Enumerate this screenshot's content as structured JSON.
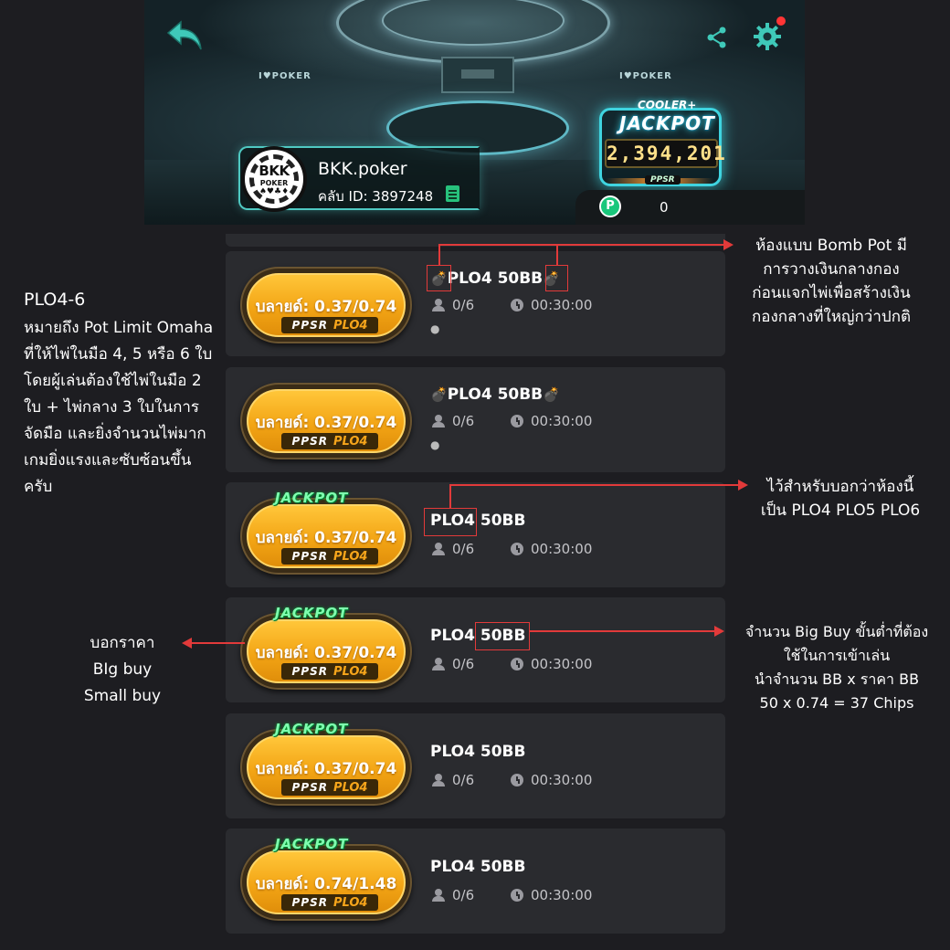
{
  "header": {
    "wall_sign": "I♥POKER",
    "club_name": "BKK.poker",
    "club_id": "คลับ ID: 3897248",
    "logo": {
      "line1": "BKK",
      "line2": "POKER",
      "suits": "♠♥♣♦"
    },
    "jackpot": {
      "cooler": "COOLER+",
      "title": "JACKPOT",
      "amount": "2,394,201",
      "brand": "PPSR"
    },
    "points_symbol": "P",
    "points": "0"
  },
  "rooms": [
    {
      "blinds": "บลายด์: 0.37/0.74",
      "brand": "PPSR",
      "variant": "PLO4",
      "title": "PLO4 50BB",
      "bomb": true,
      "jackpot": false,
      "players": "0/6",
      "time": "00:30:00"
    },
    {
      "blinds": "บลายด์: 0.37/0.74",
      "brand": "PPSR",
      "variant": "PLO4",
      "title": "PLO4 50BB",
      "bomb": true,
      "jackpot": false,
      "players": "0/6",
      "time": "00:30:00"
    },
    {
      "blinds": "บลายด์: 0.37/0.74",
      "brand": "PPSR",
      "variant": "PLO4",
      "title_a": "PLO4",
      "title_b": "50BB",
      "bomb": false,
      "jackpot": true,
      "players": "0/6",
      "time": "00:30:00"
    },
    {
      "blinds": "บลายด์: 0.37/0.74",
      "brand": "PPSR",
      "variant": "PLO4",
      "title_a": "PLO4",
      "title_b": "50BB",
      "bomb": false,
      "jackpot": true,
      "players": "0/6",
      "time": "00:30:00"
    },
    {
      "blinds": "บลายด์: 0.37/0.74",
      "brand": "PPSR",
      "variant": "PLO4",
      "title": "PLO4 50BB",
      "bomb": false,
      "jackpot": true,
      "players": "0/6",
      "time": "00:30:00"
    },
    {
      "blinds": "บลายด์: 0.74/1.48",
      "brand": "PPSR",
      "variant": "PLO4",
      "title": "PLO4 50BB",
      "bomb": false,
      "jackpot": true,
      "players": "0/6",
      "time": "00:30:00"
    }
  ],
  "jackpot_badge": "JACKPOT",
  "bomb_glyph": "💣",
  "annotations": {
    "plo_heading": "PLO4-6",
    "plo_body": " หมายถึง Pot Limit Omaha ที่ให้ไพ่ในมือ 4, 5 หรือ 6 ใบ โดยผู้เล่นต้องใช้ไพ่ในมือ 2 ใบ + ไพ่กลาง 3 ใบในการจัดมือ และยิ่งจำนวนไพ่มาก เกมยิ่งแรงและซับซ้อนขึ้นครับ",
    "bomb_pot": [
      "ห้องแบบ Bomb Pot มี",
      "การวางเงินกลางกอง",
      "ก่อนแจกไพ่เพื่อสร้างเงิน",
      "กองกลางที่ใหญ่กว่าปกติ"
    ],
    "variant_note": [
      "ไว้สำหรับบอกว่าห้องนี้",
      "เป็น PLO4 PLO5 PLO6"
    ],
    "price_note": [
      "บอกราคา",
      "BIg buy",
      "Small buy"
    ],
    "buyin_note": [
      "จำนวน Big Buy ขั้นต่ำที่ต้อง",
      "ใช้ในการเข้าเล่น",
      "นำจำนวน BB x ราคา BB",
      "50 x 0.74 = 37 Chips"
    ]
  },
  "colors": {
    "accent_red": "#e23a3a",
    "pill_gold": "#f3a515",
    "jackpot_green": "#7fffaf",
    "cyan_glow": "#3fd4e0"
  }
}
